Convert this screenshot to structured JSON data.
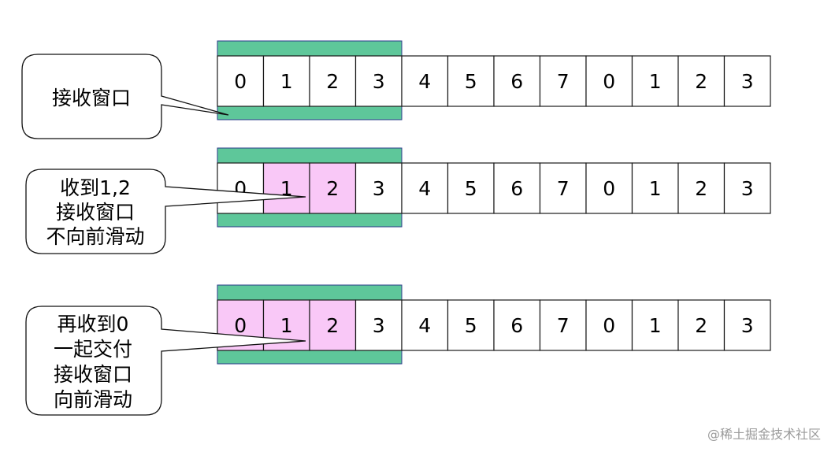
{
  "colors": {
    "window": "#5ec79a",
    "received": "#f9c8f7",
    "cell_stroke": "#1a1a1a",
    "window_stroke": "#2a3a8a"
  },
  "rows": [
    {
      "cells": [
        "0",
        "1",
        "2",
        "3",
        "4",
        "5",
        "6",
        "7",
        "0",
        "1",
        "2",
        "3"
      ],
      "received": [],
      "callout": [
        "接收窗口"
      ]
    },
    {
      "cells": [
        "0",
        "1",
        "2",
        "3",
        "4",
        "5",
        "6",
        "7",
        "0",
        "1",
        "2",
        "3"
      ],
      "received": [
        1,
        2
      ],
      "callout": [
        "收到1,2",
        "接收窗口",
        "不向前滑动"
      ]
    },
    {
      "cells": [
        "0",
        "1",
        "2",
        "3",
        "4",
        "5",
        "6",
        "7",
        "0",
        "1",
        "2",
        "3"
      ],
      "received": [
        0,
        1,
        2
      ],
      "callout": [
        "再收到0",
        "一起交付",
        "接收窗口",
        "向前滑动"
      ]
    }
  ],
  "watermark": "@稀土掘金技术社区"
}
